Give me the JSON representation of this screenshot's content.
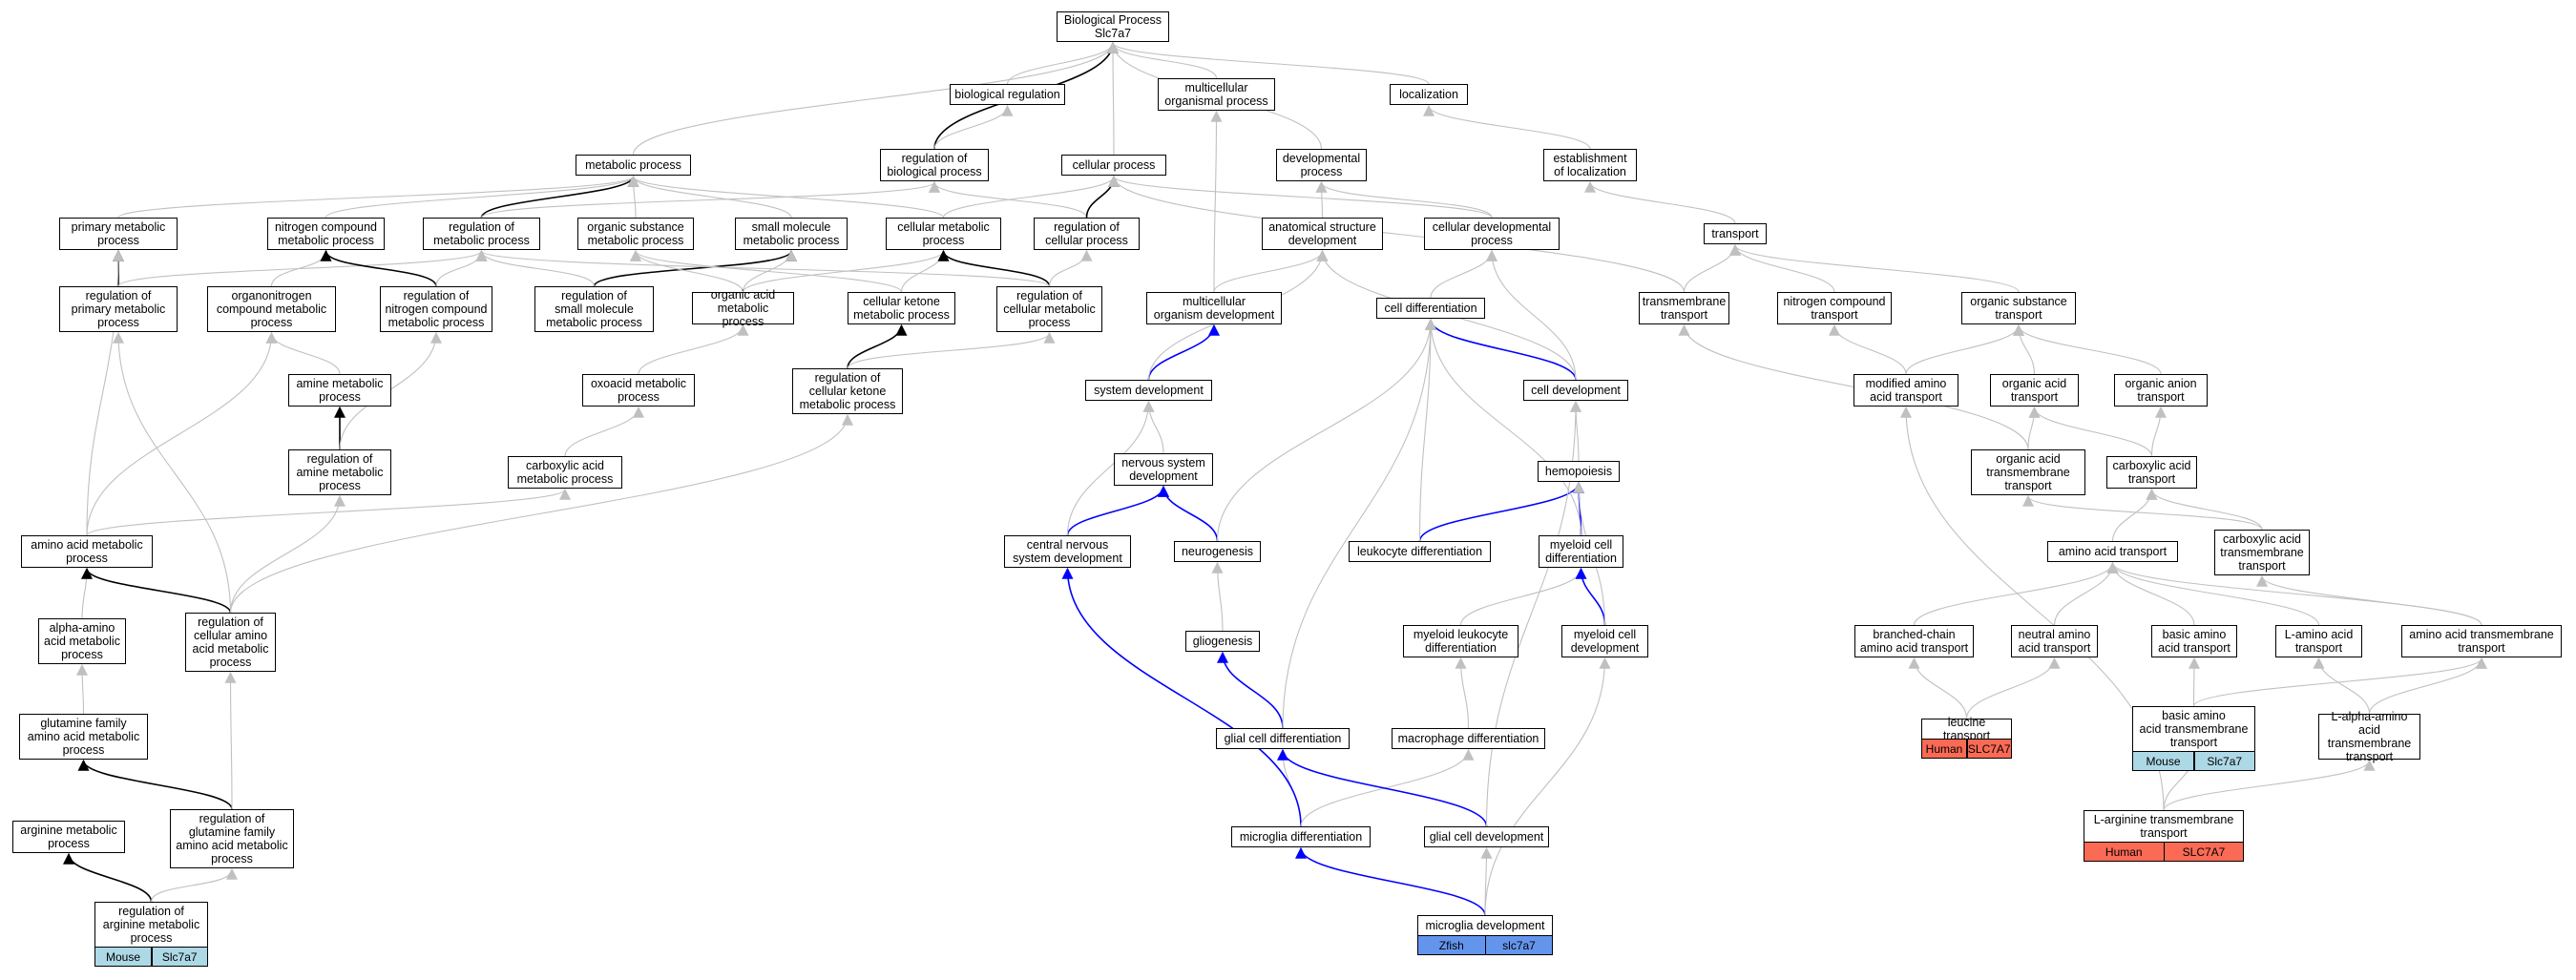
{
  "title": "Biological Process Slc7a7",
  "colors": {
    "gray": "#c0c0c0",
    "black": "#000000",
    "blue": "#0000ff",
    "mouse": "#add8e6",
    "human": "#fa6a55",
    "zfish": "#6495ed"
  },
  "nodes": [
    {
      "id": "bp",
      "label": "Biological Process\nSlc7a7"
    },
    {
      "id": "bioreg",
      "label": "biological regulation"
    },
    {
      "id": "multi",
      "label": "multicellular\norganismal process"
    },
    {
      "id": "loc",
      "label": "localization"
    },
    {
      "id": "metab",
      "label": "metabolic process"
    },
    {
      "id": "regbio",
      "label": "regulation of\nbiological process"
    },
    {
      "id": "cellproc",
      "label": "cellular process"
    },
    {
      "id": "devproc",
      "label": "developmental\nprocess"
    },
    {
      "id": "estloc",
      "label": "establishment\nof localization"
    },
    {
      "id": "primmet",
      "label": "primary metabolic\nprocess"
    },
    {
      "id": "nitcomp",
      "label": "nitrogen compound\nmetabolic process"
    },
    {
      "id": "regmet",
      "label": "regulation of\nmetabolic process"
    },
    {
      "id": "orgsub",
      "label": "organic substance\nmetabolic process"
    },
    {
      "id": "smallmol",
      "label": "small molecule\nmetabolic process"
    },
    {
      "id": "cellmet",
      "label": "cellular metabolic\nprocess"
    },
    {
      "id": "regcell",
      "label": "regulation of\ncellular process"
    },
    {
      "id": "anat",
      "label": "anatomical structure\ndevelopment"
    },
    {
      "id": "celldev",
      "label": "cellular developmental\nprocess"
    },
    {
      "id": "transport",
      "label": "transport"
    },
    {
      "id": "regprim",
      "label": "regulation of\nprimary metabolic\nprocess"
    },
    {
      "id": "orgnit",
      "label": "organonitrogen\ncompound metabolic\nprocess"
    },
    {
      "id": "regnit",
      "label": "regulation of\nnitrogen compound\nmetabolic process"
    },
    {
      "id": "regsmall",
      "label": "regulation of\nsmall molecule\nmetabolic process"
    },
    {
      "id": "orgacid",
      "label": "organic acid\nmetabolic process"
    },
    {
      "id": "cellket",
      "label": "cellular ketone\nmetabolic process"
    },
    {
      "id": "regcellmet",
      "label": "regulation of\ncellular metabolic\nprocess"
    },
    {
      "id": "multidev",
      "label": "multicellular\norganism development"
    },
    {
      "id": "celldiff",
      "label": "cell differentiation"
    },
    {
      "id": "tmtrans",
      "label": "transmembrane\ntransport"
    },
    {
      "id": "nittrans",
      "label": "nitrogen compound\ntransport"
    },
    {
      "id": "orgsubtrans",
      "label": "organic substance\ntransport"
    },
    {
      "id": "aminemet",
      "label": "amine metabolic\nprocess"
    },
    {
      "id": "oxo",
      "label": "oxoacid metabolic\nprocess"
    },
    {
      "id": "regcellket",
      "label": "regulation of\ncellular ketone\nmetabolic process"
    },
    {
      "id": "sysdev",
      "label": "system development"
    },
    {
      "id": "celldevt",
      "label": "cell development"
    },
    {
      "id": "modaa",
      "label": "modified amino\nacid transport"
    },
    {
      "id": "orgacidtr",
      "label": "organic acid\ntransport"
    },
    {
      "id": "organ",
      "label": "organic anion\ntransport"
    },
    {
      "id": "regamine",
      "label": "regulation of\namine metabolic\nprocess"
    },
    {
      "id": "carbox",
      "label": "carboxylic acid\nmetabolic process"
    },
    {
      "id": "nervdev",
      "label": "nervous system\ndevelopment"
    },
    {
      "id": "hemo",
      "label": "hemopoiesis"
    },
    {
      "id": "orgacidtm",
      "label": "organic acid\ntransmembrane\ntransport"
    },
    {
      "id": "carboxtr",
      "label": "carboxylic acid\ntransport"
    },
    {
      "id": "aamet",
      "label": "amino acid metabolic\nprocess"
    },
    {
      "id": "cns",
      "label": "central nervous\nsystem development"
    },
    {
      "id": "neuro",
      "label": "neurogenesis"
    },
    {
      "id": "leuk",
      "label": "leukocyte differentiation"
    },
    {
      "id": "myeldiff",
      "label": "myeloid cell\ndifferentiation"
    },
    {
      "id": "carboxtm",
      "label": "carboxylic acid\ntransmembrane\ntransport"
    },
    {
      "id": "aatrans",
      "label": "amino acid transport"
    },
    {
      "id": "alphaaa",
      "label": "alpha-amino\nacid metabolic\nprocess"
    },
    {
      "id": "regcellaa",
      "label": "regulation of\ncellular amino\nacid metabolic\nprocess"
    },
    {
      "id": "glio",
      "label": "gliogenesis"
    },
    {
      "id": "myelleuk",
      "label": "myeloid leukocyte\ndifferentiation"
    },
    {
      "id": "myeldev",
      "label": "myeloid cell\ndevelopment"
    },
    {
      "id": "branched",
      "label": "branched-chain\namino acid transport"
    },
    {
      "id": "neutral",
      "label": "neutral amino\nacid transport"
    },
    {
      "id": "basic",
      "label": "basic amino\nacid transport"
    },
    {
      "id": "laa",
      "label": "L-amino acid\ntransport"
    },
    {
      "id": "aatm",
      "label": "amino acid transmembrane\ntransport"
    },
    {
      "id": "glut",
      "label": "glutamine family\namino acid metabolic\nprocess"
    },
    {
      "id": "glialdiff",
      "label": "glial cell differentiation"
    },
    {
      "id": "macro",
      "label": "macrophage differentiation"
    },
    {
      "id": "leucine",
      "label": "leucine transport"
    },
    {
      "id": "basictm",
      "label": "basic amino\nacid transmembrane\ntransport"
    },
    {
      "id": "lalpha",
      "label": "L-alpha-amino\nacid transmembrane\ntransport"
    },
    {
      "id": "argmet",
      "label": "arginine metabolic\nprocess"
    },
    {
      "id": "reglut",
      "label": "regulation of\nglutamine family\namino acid metabolic\nprocess"
    },
    {
      "id": "microdiff",
      "label": "microglia differentiation"
    },
    {
      "id": "glialdev",
      "label": "glial cell development"
    },
    {
      "id": "larg",
      "label": "L-arginine transmembrane\ntransport"
    },
    {
      "id": "regarg",
      "label": "regulation of\narginine metabolic\nprocess"
    },
    {
      "id": "microdev",
      "label": "microglia development"
    }
  ],
  "badges": [
    {
      "node": "regarg",
      "species": "Mouse",
      "gene": "Slc7a7",
      "color": "mouse"
    },
    {
      "node": "leucine",
      "species": "Human",
      "gene": "SLC7A7",
      "color": "human"
    },
    {
      "node": "basictm",
      "species": "Mouse",
      "gene": "Slc7a7",
      "color": "mouse"
    },
    {
      "node": "larg",
      "species": "Human",
      "gene": "SLC7A7",
      "color": "human"
    },
    {
      "node": "microdev",
      "species": "Zfish",
      "gene": "slc7a7",
      "color": "zfish"
    }
  ],
  "edges": [
    [
      "bioreg",
      "bp",
      "gray"
    ],
    [
      "multi",
      "bp",
      "gray"
    ],
    [
      "loc",
      "bp",
      "gray"
    ],
    [
      "metab",
      "bp",
      "gray"
    ],
    [
      "regbio",
      "bp",
      "black"
    ],
    [
      "cellproc",
      "bp",
      "gray"
    ],
    [
      "devproc",
      "bp",
      "gray"
    ],
    [
      "regbio",
      "bioreg",
      "gray"
    ],
    [
      "estloc",
      "loc",
      "gray"
    ],
    [
      "primmet",
      "metab",
      "gray"
    ],
    [
      "nitcomp",
      "metab",
      "gray"
    ],
    [
      "regmet",
      "metab",
      "black"
    ],
    [
      "orgsub",
      "metab",
      "gray"
    ],
    [
      "smallmol",
      "metab",
      "gray"
    ],
    [
      "cellmet",
      "metab",
      "gray"
    ],
    [
      "regmet",
      "regbio",
      "gray"
    ],
    [
      "regcell",
      "regbio",
      "gray"
    ],
    [
      "cellmet",
      "cellproc",
      "gray"
    ],
    [
      "regcell",
      "cellproc",
      "black"
    ],
    [
      "celldev",
      "cellproc",
      "gray"
    ],
    [
      "tmtrans",
      "cellproc",
      "gray"
    ],
    [
      "anat",
      "devproc",
      "gray"
    ],
    [
      "celldev",
      "devproc",
      "gray"
    ],
    [
      "transport",
      "estloc",
      "gray"
    ],
    [
      "regprim",
      "primmet",
      "black"
    ],
    [
      "regprim",
      "regmet",
      "gray"
    ],
    [
      "orgnit",
      "nitcomp",
      "gray"
    ],
    [
      "regnit",
      "nitcomp",
      "black"
    ],
    [
      "regnit",
      "regmet",
      "gray"
    ],
    [
      "regsmall",
      "smallmol",
      "black"
    ],
    [
      "regsmall",
      "regmet",
      "gray"
    ],
    [
      "orgacid",
      "orgsub",
      "gray"
    ],
    [
      "orgacid",
      "smallmol",
      "gray"
    ],
    [
      "orgacid",
      "cellmet",
      "gray"
    ],
    [
      "cellket",
      "cellmet",
      "gray"
    ],
    [
      "cellket",
      "orgsub",
      "gray"
    ],
    [
      "regcellmet",
      "cellmet",
      "black"
    ],
    [
      "regcellmet",
      "regmet",
      "gray"
    ],
    [
      "regcellmet",
      "regcell",
      "gray"
    ],
    [
      "multidev",
      "multi",
      "gray"
    ],
    [
      "multidev",
      "anat",
      "gray"
    ],
    [
      "celldiff",
      "celldev",
      "gray"
    ],
    [
      "tmtrans",
      "transport",
      "gray"
    ],
    [
      "nittrans",
      "transport",
      "gray"
    ],
    [
      "orgsubtrans",
      "transport",
      "gray"
    ],
    [
      "aminemet",
      "orgnit",
      "gray"
    ],
    [
      "oxo",
      "orgacid",
      "gray"
    ],
    [
      "regcellket",
      "cellket",
      "black"
    ],
    [
      "regcellket",
      "regcellmet",
      "gray"
    ],
    [
      "sysdev",
      "multidev",
      "blue"
    ],
    [
      "sysdev",
      "anat",
      "gray"
    ],
    [
      "celldevt",
      "celldiff",
      "blue"
    ],
    [
      "celldevt",
      "anat",
      "gray"
    ],
    [
      "celldevt",
      "celldev",
      "gray"
    ],
    [
      "modaa",
      "nittrans",
      "gray"
    ],
    [
      "modaa",
      "orgsubtrans",
      "gray"
    ],
    [
      "orgacidtr",
      "orgsubtrans",
      "gray"
    ],
    [
      "organ",
      "orgsubtrans",
      "gray"
    ],
    [
      "regamine",
      "aminemet",
      "black"
    ],
    [
      "regamine",
      "regnit",
      "gray"
    ],
    [
      "carbox",
      "oxo",
      "gray"
    ],
    [
      "nervdev",
      "sysdev",
      "gray"
    ],
    [
      "hemo",
      "celldevt",
      "gray"
    ],
    [
      "orgacidtm",
      "orgacidtr",
      "gray"
    ],
    [
      "orgacidtm",
      "tmtrans",
      "gray"
    ],
    [
      "carboxtr",
      "orgacidtr",
      "gray"
    ],
    [
      "carboxtr",
      "organ",
      "gray"
    ],
    [
      "aamet",
      "carbox",
      "gray"
    ],
    [
      "aamet",
      "orgnit",
      "gray"
    ],
    [
      "aamet",
      "primmet",
      "gray"
    ],
    [
      "cns",
      "nervdev",
      "blue"
    ],
    [
      "cns",
      "sysdev",
      "gray"
    ],
    [
      "neuro",
      "nervdev",
      "blue"
    ],
    [
      "neuro",
      "celldiff",
      "gray"
    ],
    [
      "leuk",
      "hemo",
      "blue"
    ],
    [
      "leuk",
      "celldiff",
      "gray"
    ],
    [
      "myeldiff",
      "hemo",
      "blue"
    ],
    [
      "myeldiff",
      "celldiff",
      "gray"
    ],
    [
      "carboxtm",
      "carboxtr",
      "gray"
    ],
    [
      "carboxtm",
      "orgacidtm",
      "gray"
    ],
    [
      "aatrans",
      "carboxtr",
      "gray"
    ],
    [
      "alphaaa",
      "aamet",
      "gray"
    ],
    [
      "regcellaa",
      "aamet",
      "black"
    ],
    [
      "regcellaa",
      "regamine",
      "gray"
    ],
    [
      "regcellaa",
      "regprim",
      "gray"
    ],
    [
      "regcellaa",
      "regcellket",
      "gray"
    ],
    [
      "glio",
      "neuro",
      "gray"
    ],
    [
      "myelleuk",
      "myeldiff",
      "gray"
    ],
    [
      "myeldev",
      "myeldiff",
      "blue"
    ],
    [
      "myeldev",
      "hemo",
      "gray"
    ],
    [
      "branched",
      "aatrans",
      "gray"
    ],
    [
      "neutral",
      "aatrans",
      "gray"
    ],
    [
      "basic",
      "aatrans",
      "gray"
    ],
    [
      "laa",
      "aatrans",
      "gray"
    ],
    [
      "aatm",
      "aatrans",
      "gray"
    ],
    [
      "aatm",
      "carboxtm",
      "gray"
    ],
    [
      "glut",
      "alphaaa",
      "gray"
    ],
    [
      "glialdiff",
      "glio",
      "blue"
    ],
    [
      "glialdiff",
      "celldiff",
      "gray"
    ],
    [
      "macro",
      "myelleuk",
      "gray"
    ],
    [
      "leucine",
      "branched",
      "gray"
    ],
    [
      "leucine",
      "neutral",
      "gray"
    ],
    [
      "basictm",
      "basic",
      "gray"
    ],
    [
      "basictm",
      "aatm",
      "gray"
    ],
    [
      "lalpha",
      "laa",
      "gray"
    ],
    [
      "lalpha",
      "aatm",
      "gray"
    ],
    [
      "reglut",
      "glut",
      "black"
    ],
    [
      "reglut",
      "regcellaa",
      "gray"
    ],
    [
      "microdiff",
      "glialdiff",
      "gray"
    ],
    [
      "microdiff",
      "cns",
      "blue"
    ],
    [
      "microdiff",
      "macro",
      "gray"
    ],
    [
      "glialdev",
      "glialdiff",
      "blue"
    ],
    [
      "glialdev",
      "celldevt",
      "gray"
    ],
    [
      "larg",
      "basictm",
      "gray"
    ],
    [
      "larg",
      "lalpha",
      "gray"
    ],
    [
      "larg",
      "modaa",
      "gray"
    ],
    [
      "regarg",
      "argmet",
      "black"
    ],
    [
      "regarg",
      "reglut",
      "gray"
    ],
    [
      "microdev",
      "microdiff",
      "blue"
    ],
    [
      "microdev",
      "glialdev",
      "gray"
    ],
    [
      "microdev",
      "myeldev",
      "gray"
    ]
  ]
}
